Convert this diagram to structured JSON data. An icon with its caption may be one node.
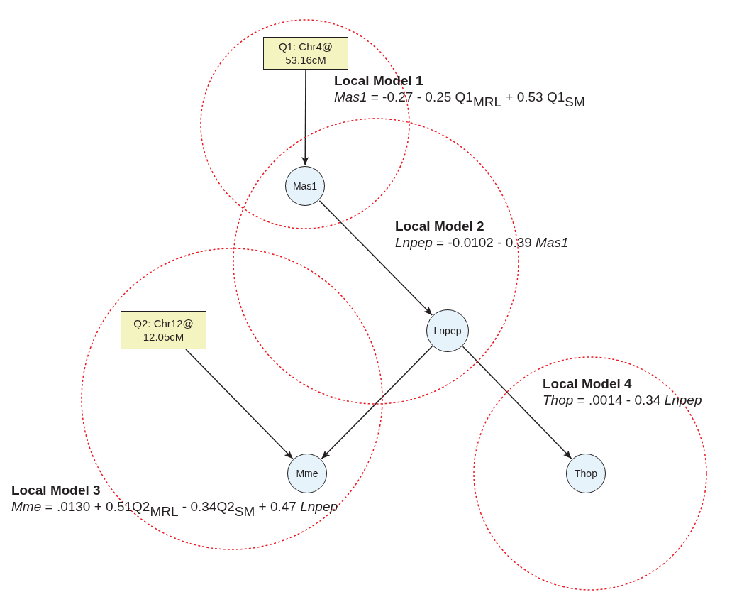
{
  "diagram": {
    "nodes": [
      {
        "text": [
          "Local Model 1",
          "*Mas1*  =  -0.27  - 0.25 Q1$_{MRL}$  + 0.53 Q1$_{SM}$"
        ]
      },
      {
        "text": [
          "Q1: Chr4@ 53.16cM"
        ],
        "in": 0
      },
      {
        "text": [
          "Mas1"
        ]
      },
      {
        "text": [
          "Local Model 2",
          "*Lnpep*  =  -0.0102  - 0.39 *Mas1*"
        ]
      },
      {
        "text": [
          "Lnpep"
        ],
        "in": 3
      },
      {
        "text": [
          "Local Model 3",
          "*Mme*  =  .0130 + 0.51Q2$_{MRL}$ - 0.34Q2$_{SM}$ + 0.47 *Lnpep*"
        ]
      },
      {
        "text": [
          "Q2: Chr12@ 12.05cM"
        ],
        "in": 5
      },
      {
        "text": [
          "Mme"
        ],
        "in": 5
      },
      {
        "text": [
          "Local Model 4",
          "*Thop*  =  .0014  - 0.34 *Lnpep*"
        ]
      },
      {
        "text": [
          "Thop"
        ],
        "in": 8
      }
    ],
    "edges": [
      {
        "from": 1,
        "to": 2,
        "arrow": "to"
      },
      {
        "from": 2,
        "to": 4,
        "arrow": "to"
      },
      {
        "from": 6,
        "to": 7,
        "arrow": "to"
      },
      {
        "from": 4,
        "to": 7,
        "arrow": "to"
      },
      {
        "from": 4,
        "to": 9,
        "arrow": "to"
      }
    ]
  }
}
